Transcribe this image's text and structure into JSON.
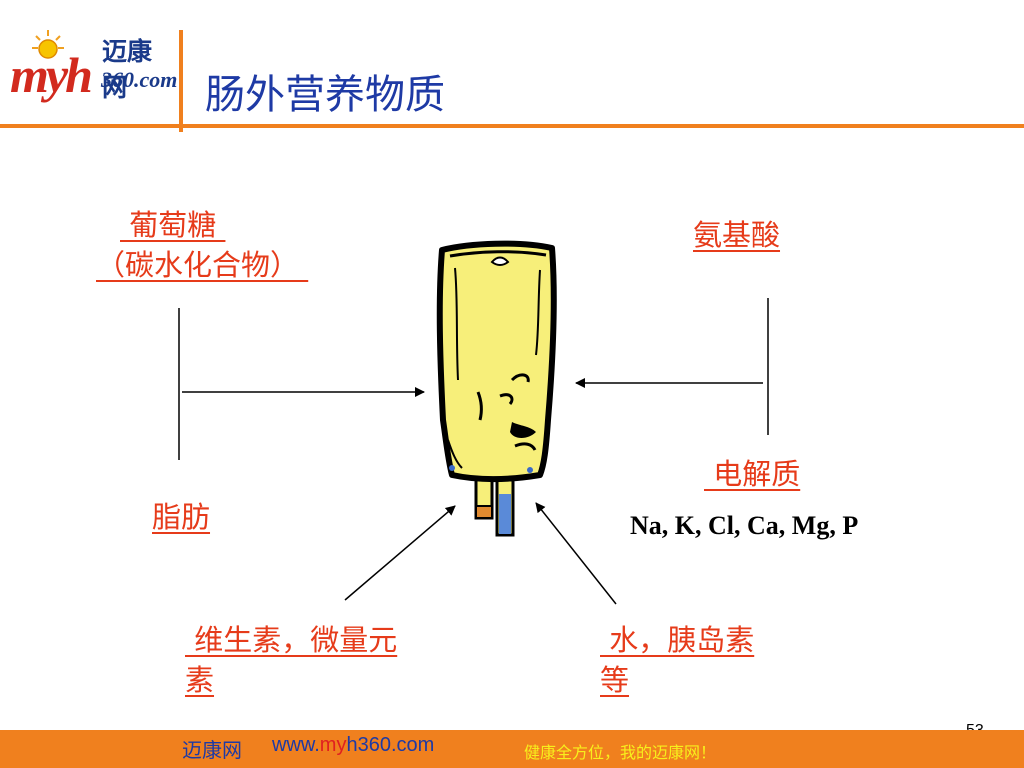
{
  "header": {
    "logo_brand": "myh",
    "logo_cn": "迈康网",
    "logo_domain": "360.com",
    "title": "肠外营养物质"
  },
  "diagram": {
    "glucose_line1": " 葡萄糖 ",
    "glucose_line2": "（碳水化合物） ",
    "amino_acid": "氨基酸",
    "fat": "脂肪",
    "electrolyte": " 电解质",
    "electrolyte_formula": "Na, K, Cl, Ca, Mg, P",
    "vitamin_line1": " 维生素，微量元",
    "vitamin_line2": "素",
    "water_line1": " 水，胰岛素",
    "water_line2": "等"
  },
  "footer": {
    "site_cn": "迈康网",
    "url_prefix": "www.",
    "url_my": "my",
    "url_rest": "h360.com",
    "slogan": "健康全方位，我的迈康网！"
  },
  "page_number": "53",
  "colors": {
    "accent_orange": "#f0801e",
    "title_blue": "#1e3aa5",
    "label_red": "#e63b1a",
    "bag_yellow": "#f7ef7a"
  }
}
